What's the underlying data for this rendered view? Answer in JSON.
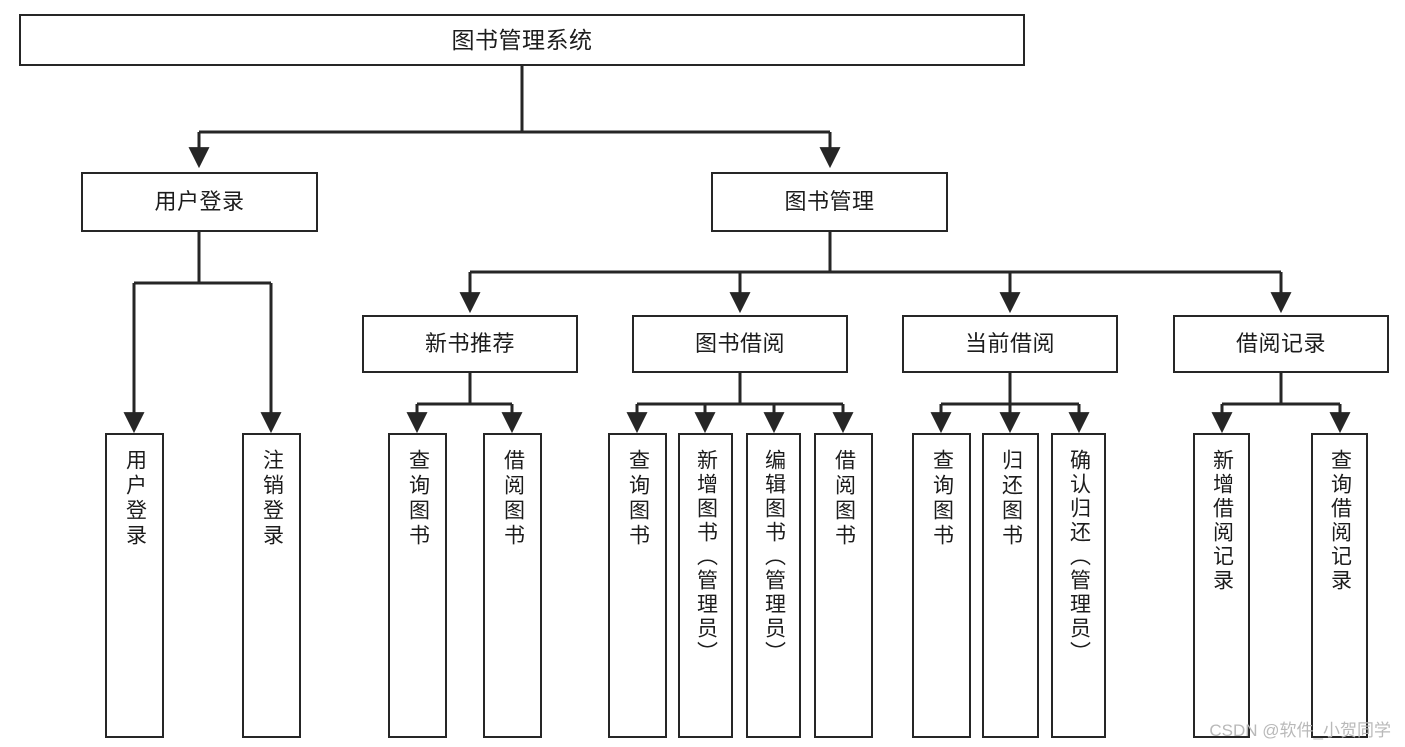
{
  "diagram": {
    "title": "图书管理系统",
    "type": "tree-hierarchy-chart",
    "watermark": "CSDN @软件_小贺同学",
    "colors": {
      "background": "#ffffff",
      "node_border": "#262626",
      "node_fill": "#ffffff",
      "text": "#1c1c1c",
      "edge": "#262626",
      "watermark": "#b9b9b9"
    },
    "levels": {
      "root": {
        "label": "图书管理系统"
      },
      "level2": [
        {
          "id": "user-login",
          "label": "用户登录"
        },
        {
          "id": "book-management",
          "label": "图书管理"
        }
      ],
      "level3": [
        {
          "id": "new-book-recommend",
          "label": "新书推荐",
          "parent": "book-management"
        },
        {
          "id": "book-borrow",
          "label": "图书借阅",
          "parent": "book-management"
        },
        {
          "id": "current-borrow",
          "label": "当前借阅",
          "parent": "book-management"
        },
        {
          "id": "borrow-record",
          "label": "借阅记录",
          "parent": "book-management"
        }
      ],
      "leaves": [
        {
          "id": "leaf-user-login",
          "label": "用户登录",
          "parent": "user-login"
        },
        {
          "id": "leaf-logout-login",
          "label": "注销登录",
          "parent": "user-login"
        },
        {
          "id": "leaf-query-book-1",
          "label": "查询图书",
          "parent": "new-book-recommend"
        },
        {
          "id": "leaf-borrow-book-1",
          "label": "借阅图书",
          "parent": "new-book-recommend"
        },
        {
          "id": "leaf-query-book-2",
          "label": "查询图书",
          "parent": "book-borrow"
        },
        {
          "id": "leaf-add-book",
          "label": "新增图书（管理员）",
          "parent": "book-borrow"
        },
        {
          "id": "leaf-edit-book",
          "label": "编辑图书（管理员）",
          "parent": "book-borrow"
        },
        {
          "id": "leaf-borrow-book-2",
          "label": "借阅图书",
          "parent": "book-borrow"
        },
        {
          "id": "leaf-query-book-3",
          "label": "查询图书",
          "parent": "current-borrow"
        },
        {
          "id": "leaf-return-book",
          "label": "归还图书",
          "parent": "current-borrow"
        },
        {
          "id": "leaf-confirm-return",
          "label": "确认归还（管理员）",
          "parent": "current-borrow"
        },
        {
          "id": "leaf-add-record",
          "label": "新增借阅记录",
          "parent": "borrow-record"
        },
        {
          "id": "leaf-query-record",
          "label": "查询借阅记录",
          "parent": "borrow-record"
        }
      ]
    }
  }
}
